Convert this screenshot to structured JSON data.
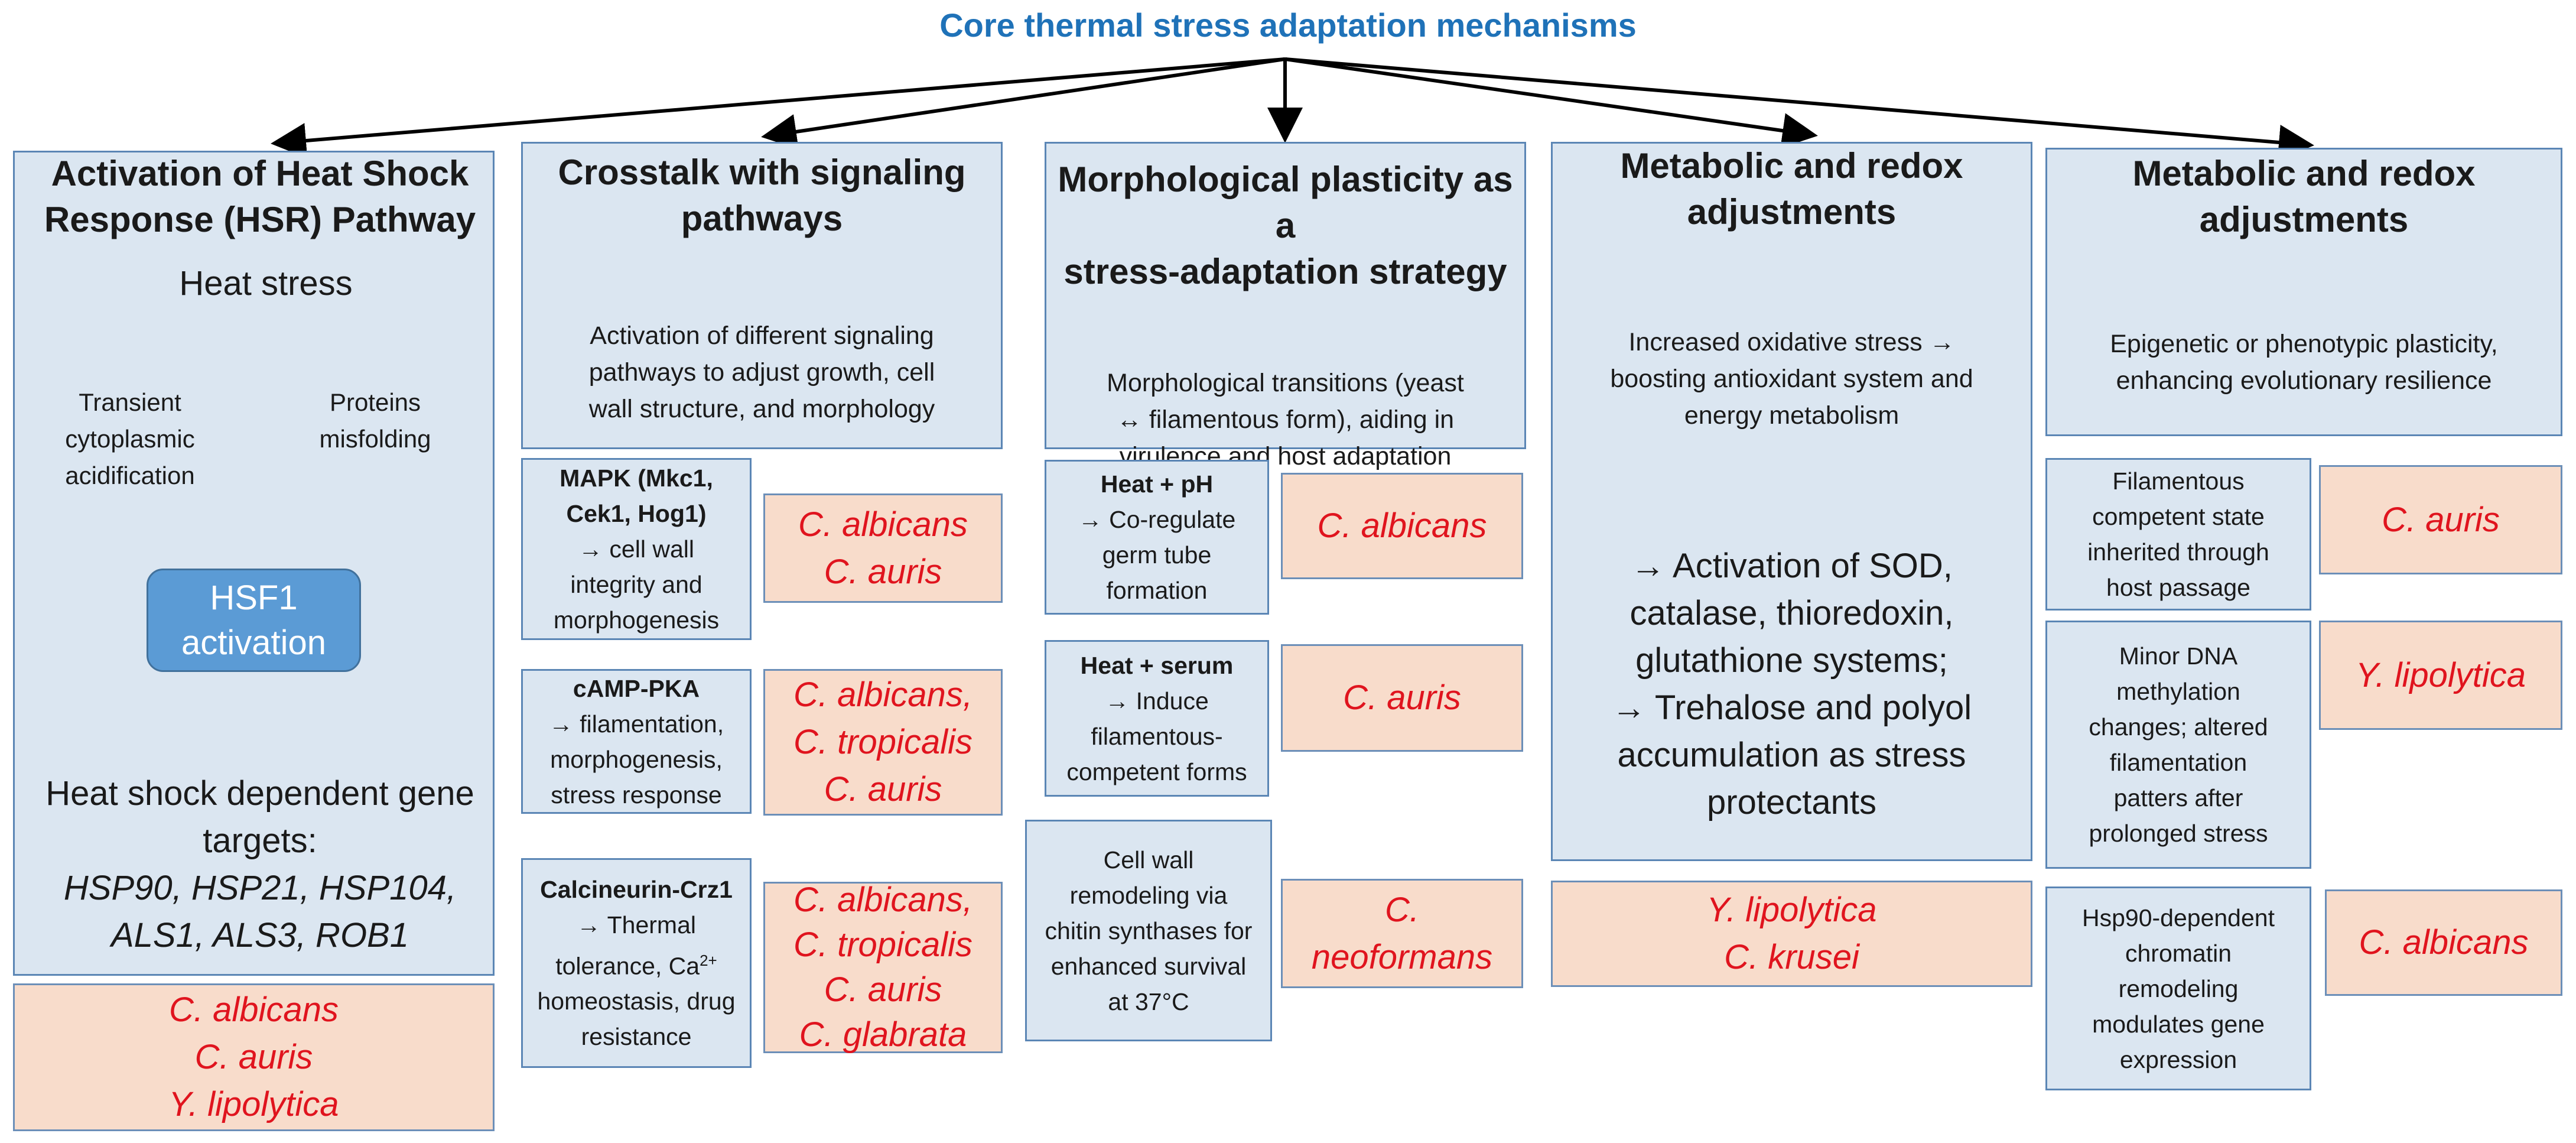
{
  "title": "Core thermal stress adaptation mechanisms",
  "col1": {
    "header_line1": "Activation of Heat Shock",
    "header_line2": "Response (HSR) Pathway",
    "heat_stress": "Heat stress",
    "left_node": [
      "Transient",
      "cytoplasmic",
      "acidification"
    ],
    "right_node": [
      "Proteins",
      "misfolding"
    ],
    "hsf1": [
      "HSF1",
      "activation"
    ],
    "targets_line1": "Heat shock dependent gene",
    "targets_line2": "targets:",
    "genes_line1": "HSP90, HSP21, HSP104,",
    "genes_line2": "ALS1, ALS3, ROB1",
    "organisms": [
      "C. albicans",
      "C. auris",
      "Y. lipolytica"
    ]
  },
  "col2": {
    "header_line1": "Crosstalk with signaling",
    "header_line2": "pathways",
    "desc": [
      "Activation of different signaling",
      "pathways to adjust growth, cell",
      "wall structure, and morphology"
    ],
    "sub": [
      {
        "title": [
          "MAPK (Mkc1,",
          "Cek1, Hog1)"
        ],
        "body": [
          "→ cell wall",
          "integrity and",
          "morphogenesis"
        ],
        "organisms": [
          "C. albicans",
          "C. auris"
        ]
      },
      {
        "title": [
          "cAMP-PKA"
        ],
        "body": [
          "→ filamentation,",
          "morphogenesis,",
          "stress response"
        ],
        "organisms": [
          "C. albicans,",
          "C. tropicalis",
          "C. auris"
        ]
      },
      {
        "title": [
          "Calcineurin-Crz1"
        ],
        "body": [
          "→ Thermal",
          "tolerance, Ca",
          "homeostasis, drug",
          "resistance"
        ],
        "sup": "2+",
        "organisms": [
          "C. albicans,",
          "C. tropicalis",
          "C. auris",
          "C. glabrata"
        ]
      }
    ]
  },
  "col3": {
    "header_line1": "Morphological plasticity as a",
    "header_line2": "stress-adaptation strategy",
    "desc": [
      "Morphological transitions (yeast",
      "↔ filamentous form), aiding in",
      "virulence and host adaptation"
    ],
    "sub": [
      {
        "title": "Heat + pH",
        "body": [
          "→ Co-regulate",
          "germ tube",
          "formation"
        ],
        "organisms": [
          "C. albicans"
        ]
      },
      {
        "title": "Heat + serum",
        "body": [
          "→ Induce",
          "filamentous-",
          "competent forms"
        ],
        "organisms": [
          "C. auris"
        ]
      },
      {
        "title": "",
        "body": [
          "Cell wall",
          "remodeling via",
          "chitin synthases for",
          "enhanced survival",
          "at 37°C"
        ],
        "organisms": [
          "C.",
          "neoformans"
        ]
      }
    ]
  },
  "col4": {
    "header_line1": "Metabolic and redox",
    "header_line2": "adjustments",
    "desc": [
      "Increased oxidative stress →",
      "boosting antioxidant system and",
      "energy metabolism"
    ],
    "big": [
      "→ Activation of SOD,",
      "catalase, thioredoxin,",
      "glutathione systems;",
      "→ Trehalose and polyol",
      "accumulation as stress",
      "protectants"
    ],
    "organisms": [
      "Y. lipolytica",
      "C. krusei"
    ]
  },
  "col5": {
    "header_line1": "Metabolic and redox",
    "header_line2": "adjustments",
    "desc": [
      "Epigenetic or phenotypic plasticity,",
      "enhancing evolutionary resilience"
    ],
    "sub": [
      {
        "body": [
          "Filamentous",
          "competent state",
          "inherited through",
          "host passage"
        ],
        "organisms": [
          "C. auris"
        ]
      },
      {
        "body": [
          "Minor DNA",
          "methylation",
          "changes; altered",
          "filamentation",
          "patters after",
          "prolonged stress"
        ],
        "organisms": [
          "Y. lipolytica"
        ]
      },
      {
        "body": [
          "Hsp90-dependent",
          "chromatin",
          "remodeling",
          "modulates gene",
          "expression"
        ],
        "organisms": [
          "C. albicans"
        ]
      }
    ]
  },
  "colors": {
    "title": "#1f72b8",
    "box_blue": "#dbe6f1",
    "box_pink": "#f8dccb",
    "organism_red": "#e0141e",
    "arrow_green": "#70ad47",
    "arrow_blue": "#5b9bd5"
  }
}
